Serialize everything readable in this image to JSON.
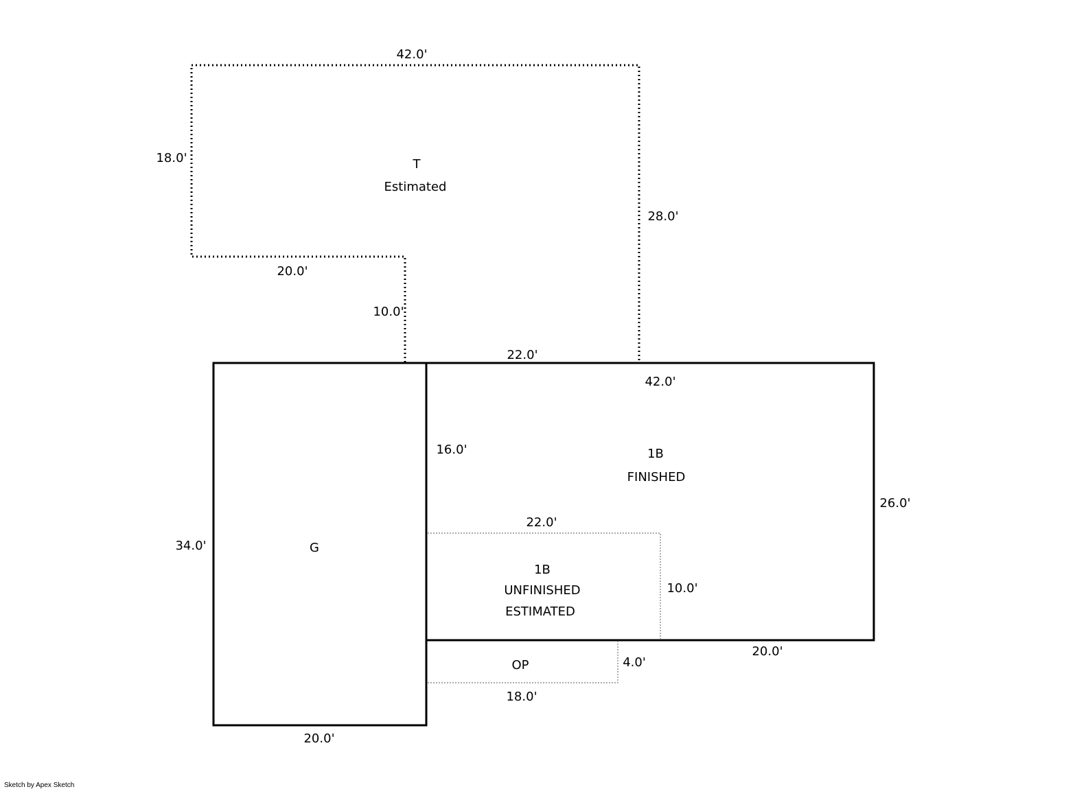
{
  "credit": "Sketch by Apex Sketch",
  "areas": {
    "t": {
      "code": "T",
      "note": "Estimated"
    },
    "g": {
      "code": "G"
    },
    "finished": {
      "code": "1B",
      "note": "FINISHED"
    },
    "unfinished": {
      "code": "1B",
      "note": "UNFINISHED",
      "note2": "ESTIMATED"
    },
    "op": {
      "code": "OP"
    }
  },
  "dimensions": {
    "t_top": "42.0'",
    "t_left": "18.0'",
    "t_right": "28.0'",
    "t_bottom": "20.0'",
    "t_step": "10.0'",
    "t_base": "22.0'",
    "fin_top": "42.0'",
    "fin_left": "16.0'",
    "fin_right": "26.0'",
    "fin_bottom": "20.0'",
    "g_left": "34.0'",
    "g_bottom": "20.0'",
    "unf_top": "22.0'",
    "unf_right": "10.0'",
    "op_right": "4.0'",
    "op_bottom": "18.0'"
  }
}
